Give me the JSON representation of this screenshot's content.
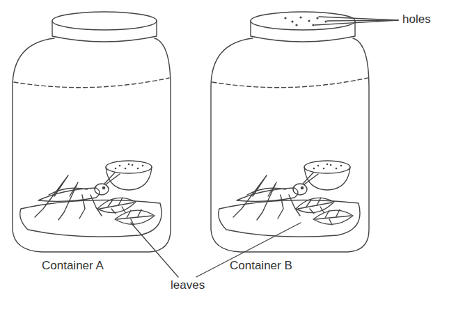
{
  "diagram": {
    "labels": [
      "holes",
      "Container A",
      "Container B",
      "leaves"
    ]
  }
}
